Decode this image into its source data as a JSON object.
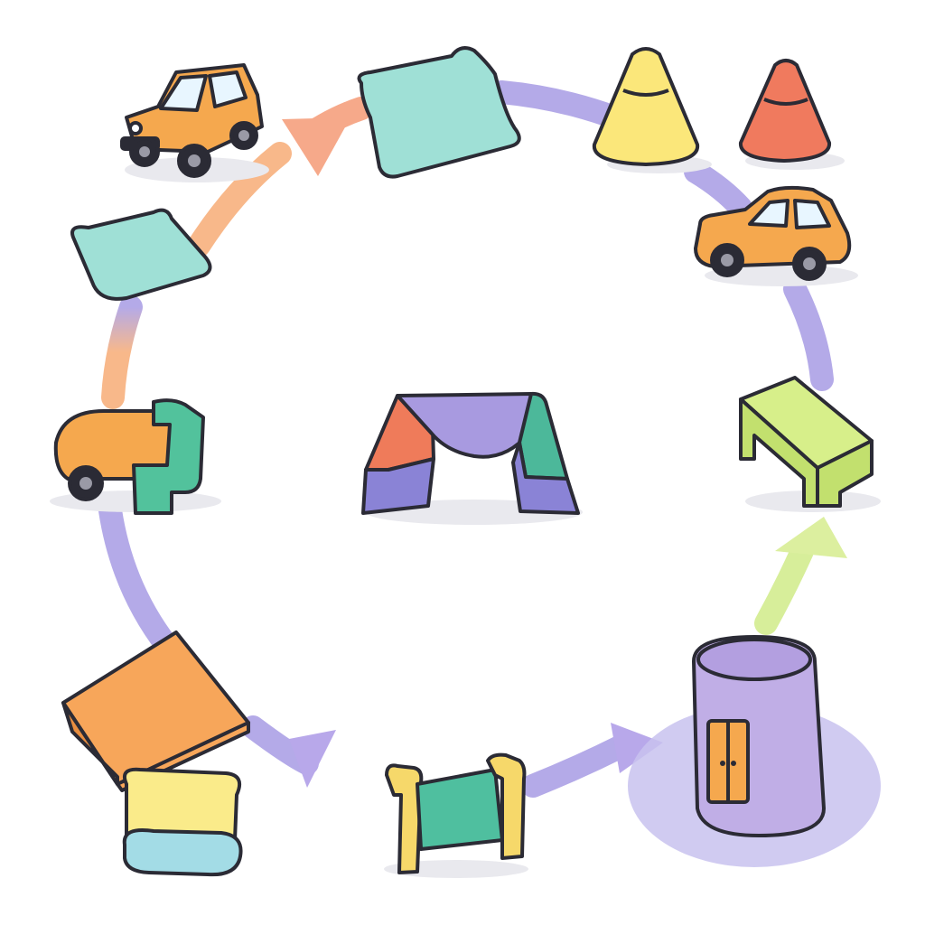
{
  "colors": {
    "background": "#ffffff",
    "outline": "#2b2b35",
    "ring_purple": "#b4aae8",
    "ring_orange": "#f8b88a",
    "ring_green": "#d7ee9a",
    "arrow_peach": "#f6a98a",
    "arrow_purple": "#b8a8ea",
    "arrow_green": "#dcef9f",
    "car_orange": "#f5a84e",
    "pillow_teal": "#9fe0d6",
    "cone_yellow": "#fbe77a",
    "cone_red": "#f07a5e",
    "bench_lime": "#d7ef8a",
    "tunnel_purple": "#c0aee6",
    "tunnel_base": "#c8c2ef",
    "block_orange": "#f7a65a",
    "pillow_yellow": "#faeb8a",
    "pillow_blue": "#a3dce6",
    "roll_green": "#4fbf9f",
    "frame_yellow": "#f6d86a",
    "arch_red": "#ef7b5a",
    "arch_purple": "#a89ae0",
    "arch_green": "#4cb89a",
    "arch_blue": "#8a83d6",
    "ride_green": "#52c29c"
  },
  "items": [
    {
      "id": "toy-car-topleft",
      "icon": "toy-car-icon"
    },
    {
      "id": "pillow-top",
      "icon": "pillow-icon"
    },
    {
      "id": "cone-yellow",
      "icon": "traffic-cone-icon"
    },
    {
      "id": "cone-red",
      "icon": "traffic-cone-icon"
    },
    {
      "id": "toy-car-right",
      "icon": "toy-car-icon"
    },
    {
      "id": "bench-right",
      "icon": "play-bench-icon"
    },
    {
      "id": "tunnel-bottomright",
      "icon": "play-tunnel-icon"
    },
    {
      "id": "roller-bottom",
      "icon": "foam-roller-icon"
    },
    {
      "id": "block-and-pillows-bottomleft",
      "icon": "foam-block-icon"
    },
    {
      "id": "ride-on-car-left",
      "icon": "ride-on-car-icon"
    },
    {
      "id": "pillow-left",
      "icon": "pillow-icon"
    },
    {
      "id": "arch-center",
      "icon": "play-arch-icon"
    }
  ]
}
